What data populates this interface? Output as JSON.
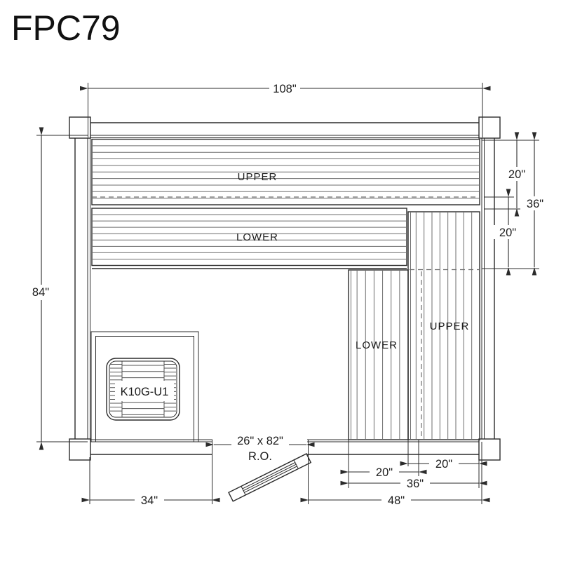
{
  "title": "FPC79",
  "labels": {
    "dim_width": "108\"",
    "dim_height": "84\"",
    "dim_right_upper": "20\"",
    "dim_right_total": "36\"",
    "dim_right_lower": "20\"",
    "dim_bench_upper": "20\"",
    "dim_bench_lower": "20\"",
    "dim_bench_total": "36\"",
    "dim_bottom_right": "48\"",
    "dim_bottom_left": "34\"",
    "door_size": "26\" x 82\"",
    "door_ro": "R.O.",
    "bench_top_upper": "UPPER",
    "bench_top_lower": "LOWER",
    "bench_right_lower": "LOWER",
    "bench_right_upper": "UPPER",
    "heater_model": "K10G-U1"
  },
  "colors": {
    "outline": "#2b2b2b",
    "slat": "#6e6e6e",
    "hidden_edge": "#6e6e6e",
    "background": "#ffffff",
    "text": "#1c1c1c"
  }
}
